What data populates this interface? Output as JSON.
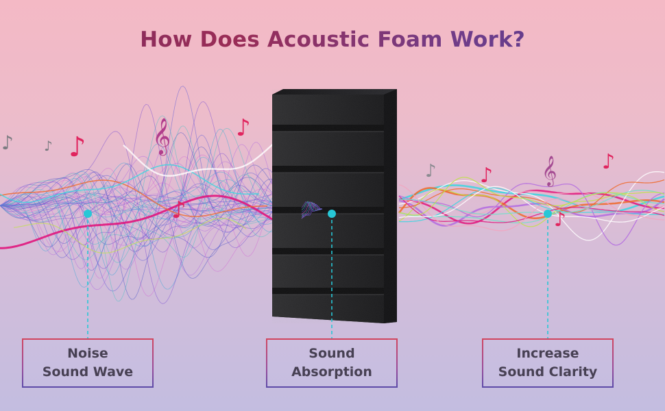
{
  "title": "How Does Acoustic Foam Work?",
  "callouts": [
    {
      "line1": "Noise",
      "line2": "Sound Wave"
    },
    {
      "line1": "Sound",
      "line2": "Absorption"
    },
    {
      "line1": "Increase",
      "line2": "Sound Clarity"
    }
  ],
  "colors": {
    "background_top": "#f4b9c5",
    "background_bottom": "#c3bde0",
    "foam": "#1c1c1e",
    "marker": "#27c7d6",
    "wave_purple": "#7a4fd6",
    "wave_pink": "#e0167d",
    "wave_cyan": "#3ad6e0"
  },
  "icons": [
    "music-note-icon",
    "treble-clef-icon",
    "eighth-note-icon"
  ]
}
